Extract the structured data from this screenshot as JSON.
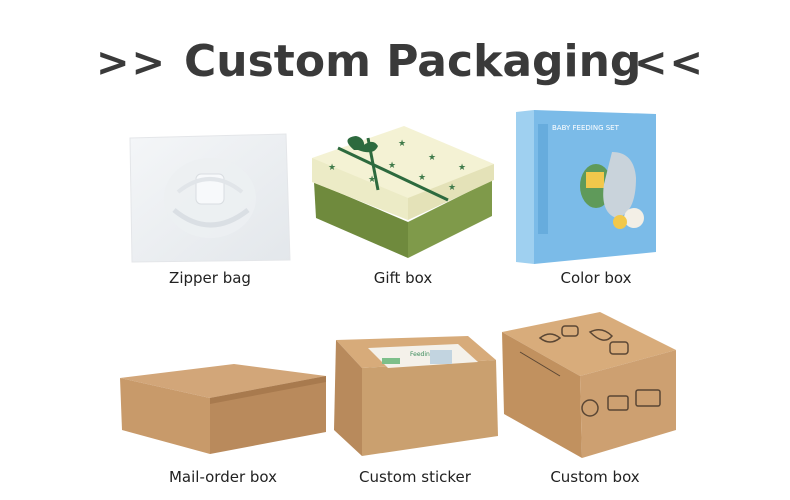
{
  "header": {
    "left_arrows": ">>",
    "title": "Custom Packaging",
    "right_arrows": "<<"
  },
  "products": [
    {
      "label": "Zipper bag",
      "icon": "zipper-bag-image"
    },
    {
      "label": "Gift box",
      "icon": "gift-box-image"
    },
    {
      "label": "Color box",
      "icon": "color-box-image"
    },
    {
      "label": "Mail-order box",
      "icon": "mail-order-box-image"
    },
    {
      "label": "Custom sticker",
      "icon": "custom-sticker-box-image"
    },
    {
      "label": "Custom box",
      "icon": "custom-box-image"
    }
  ],
  "images": {
    "color_box_banner": "BABY FEEDING SET",
    "sticker_title": "Feeding Set"
  },
  "colors": {
    "kraft": "#c89a6a",
    "gift_green": "#6f8a3d",
    "color_box_blue": "#79b8e6",
    "title": "#3a3a3a"
  }
}
